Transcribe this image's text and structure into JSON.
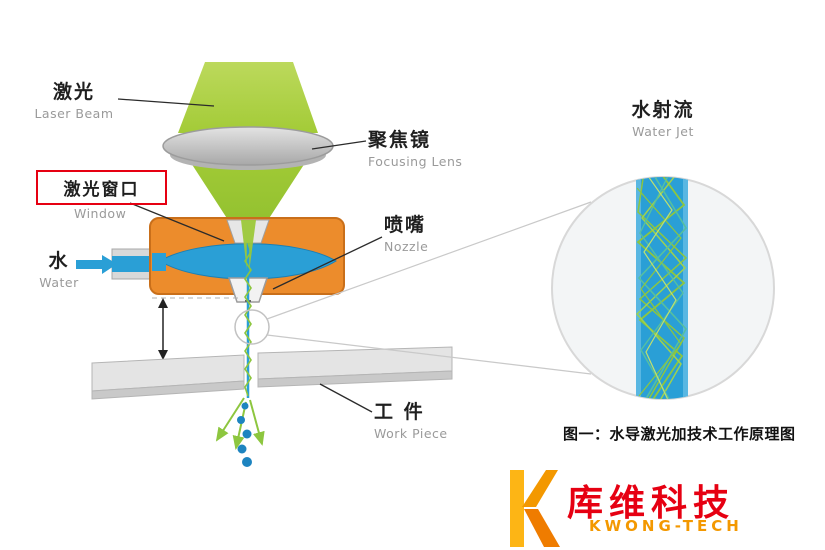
{
  "diagram": {
    "labels": {
      "laser": {
        "zh": "激光",
        "en": "Laser Beam"
      },
      "focusing_lens": {
        "zh": "聚焦镜",
        "en": "Focusing Lens"
      },
      "window": {
        "zh": "激光窗口",
        "en": "Window"
      },
      "water": {
        "zh": "水",
        "en": "Water"
      },
      "nozzle": {
        "zh": "喷嘴",
        "en": "Nozzle"
      },
      "work_piece": {
        "zh": "工 件",
        "en": "Work Piece"
      },
      "water_jet": {
        "zh": "水射流",
        "en": "Water Jet"
      }
    },
    "caption": "图一：水导激光加技术工作原理图"
  },
  "logo": {
    "name_zh": "库维科技",
    "name_en": "KWONG-TECH"
  },
  "colors": {
    "laser_green": "#a3cb37",
    "jet_green": "#8dc63f",
    "water_blue": "#2a9fd6",
    "housing_orange": "#ec8c2c",
    "accent_red": "#e60012",
    "logo_orange": "#f39800",
    "text_gray": "#9a9a9a"
  }
}
